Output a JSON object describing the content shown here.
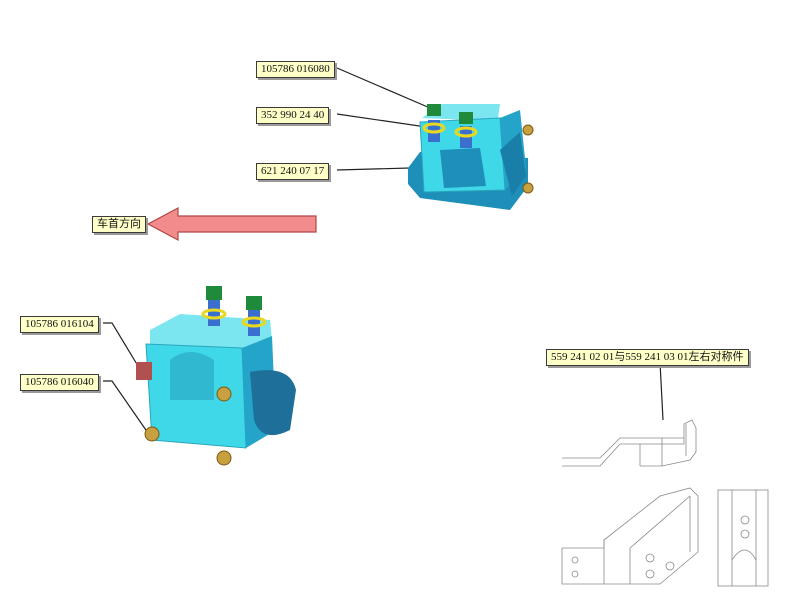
{
  "callouts": {
    "part_a": "105786 016080",
    "part_b": "352 990 24 40",
    "part_c": "621 240 07 17",
    "direction": "车首方向",
    "part_d": "105786 016104",
    "part_e": "105786 016040",
    "symmetric": "559 241 02 01与559 241 03 01左右对称件"
  },
  "colors": {
    "part_body": "#3fd8e8",
    "part_shade": "#1e8fb8",
    "bolt_head": "#1f8a3a",
    "washer": "#e8d820",
    "nut": "#c8a040",
    "arrow_fill": "#f28c8c",
    "label_bg": "#ffffc8"
  }
}
